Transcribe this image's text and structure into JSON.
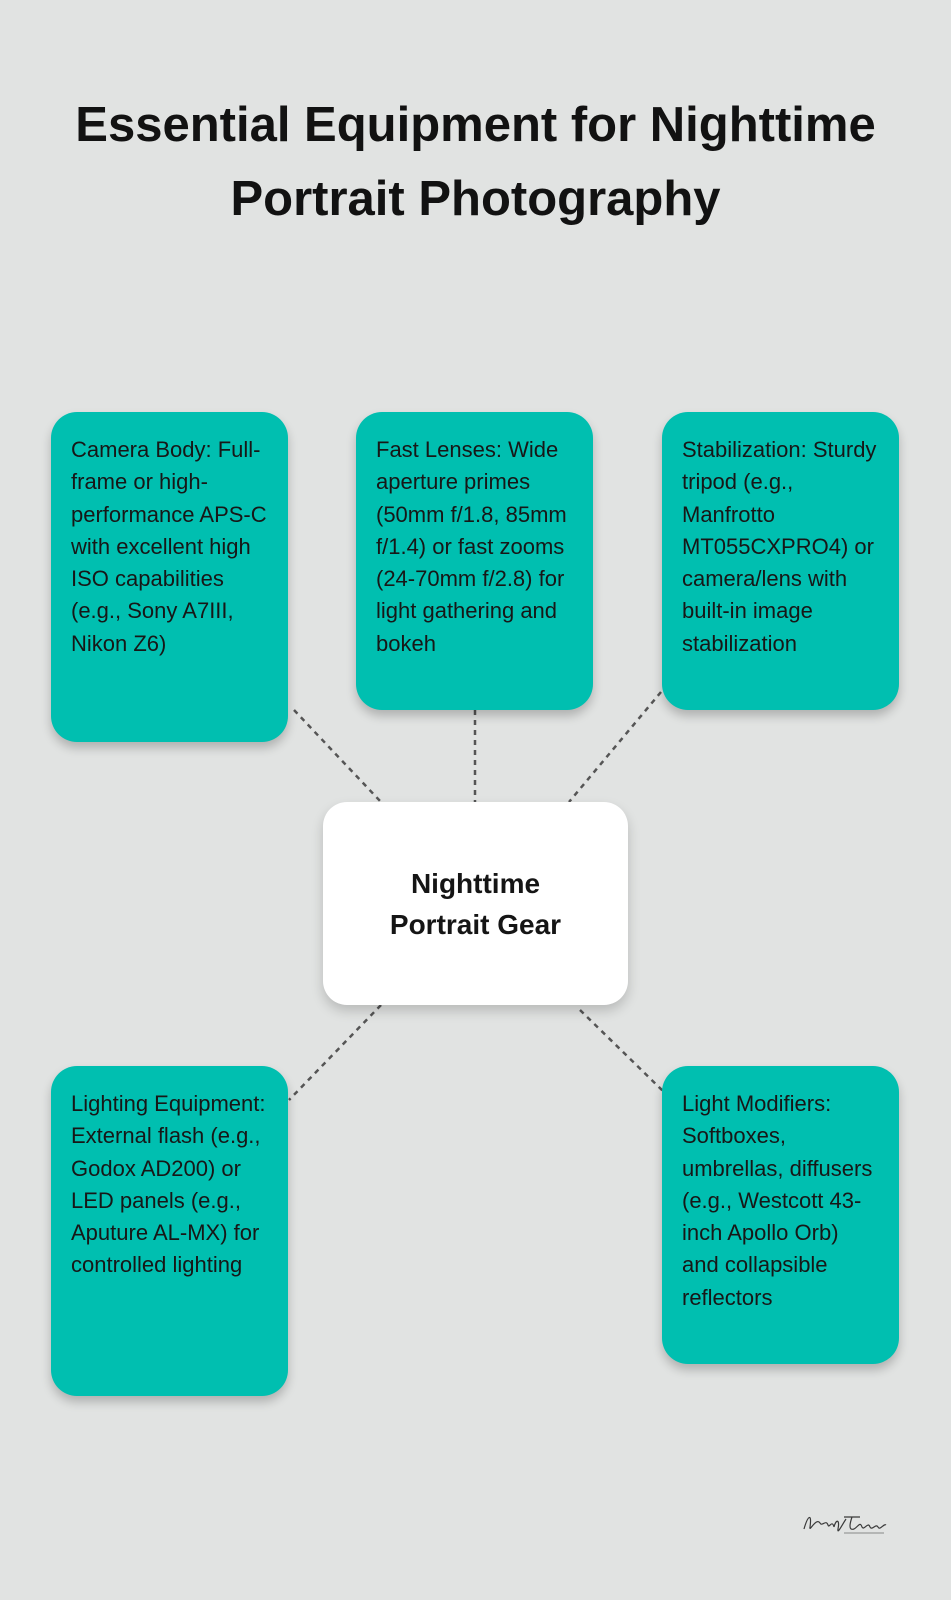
{
  "title": "Essential Equipment for Nighttime Portrait Photography",
  "center": {
    "label": "Nighttime Portrait Gear"
  },
  "cards": [
    {
      "key": "camera_body",
      "text": "Camera Body: Full-frame or high-performance APS-C with excellent high ISO capabilities (e.g., Sony A7III, Nikon Z6)"
    },
    {
      "key": "fast_lenses",
      "text": "Fast Lenses: Wide aperture primes (50mm f/1.8, 85mm f/1.4) or fast zooms (24-70mm f/2.8) for light gathering and bokeh"
    },
    {
      "key": "stabilization",
      "text": "Stabilization: Sturdy tripod (e.g., Manfrotto MT055CXPRO4) or camera/lens with built-in image stabilization"
    },
    {
      "key": "lighting_equipment",
      "text": "Lighting Equipment: External flash (e.g., Godox AD200) or LED panels (e.g., Aputure AL-MX) for controlled lighting"
    },
    {
      "key": "light_modifiers",
      "text": "Light Modifiers: Softboxes, umbrellas, diffusers (e.g., Westcott 43-inch Apollo Orb) and collapsible reflectors"
    }
  ],
  "signature": {
    "text": "Kelly Tarocchi"
  },
  "colors": {
    "background": "#e1e3e2",
    "card": "#00bfb0",
    "center": "#ffffff",
    "text": "#121212",
    "connector": "#555555"
  }
}
